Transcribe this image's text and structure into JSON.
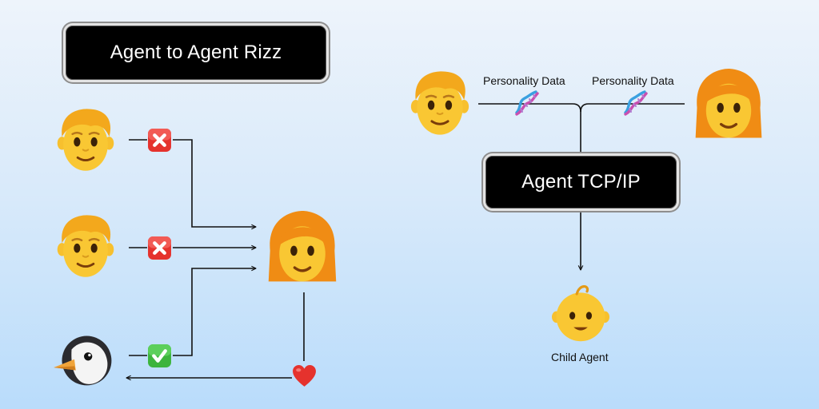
{
  "left_diagram": {
    "title": "Agent to Agent Rizz",
    "candidates": [
      {
        "avatar": "man-face-icon",
        "status": "rejected",
        "status_icon": "red-x-icon"
      },
      {
        "avatar": "man-face-icon",
        "status": "rejected",
        "status_icon": "red-x-icon"
      },
      {
        "avatar": "penguin-icon",
        "status": "accepted",
        "status_icon": "green-check-icon"
      }
    ],
    "target": "woman-face-icon",
    "result_icon": "red-heart-icon"
  },
  "right_diagram": {
    "parent_left": "man-face-icon",
    "parent_right": "woman-face-icon",
    "label_left": "Personality Data",
    "label_right": "Personality Data",
    "link_icon": "dna-icon",
    "protocol": "Agent TCP/IP",
    "child_icon": "baby-face-icon",
    "child_label": "Child Agent"
  },
  "colors": {
    "skin": "#f7c02e",
    "hair_man": "#f3a81c",
    "hair_woman": "#f08c14",
    "reject": "#e5322d",
    "accept": "#3cb43c",
    "heart": "#e5322d",
    "pill_bg": "#000000"
  }
}
